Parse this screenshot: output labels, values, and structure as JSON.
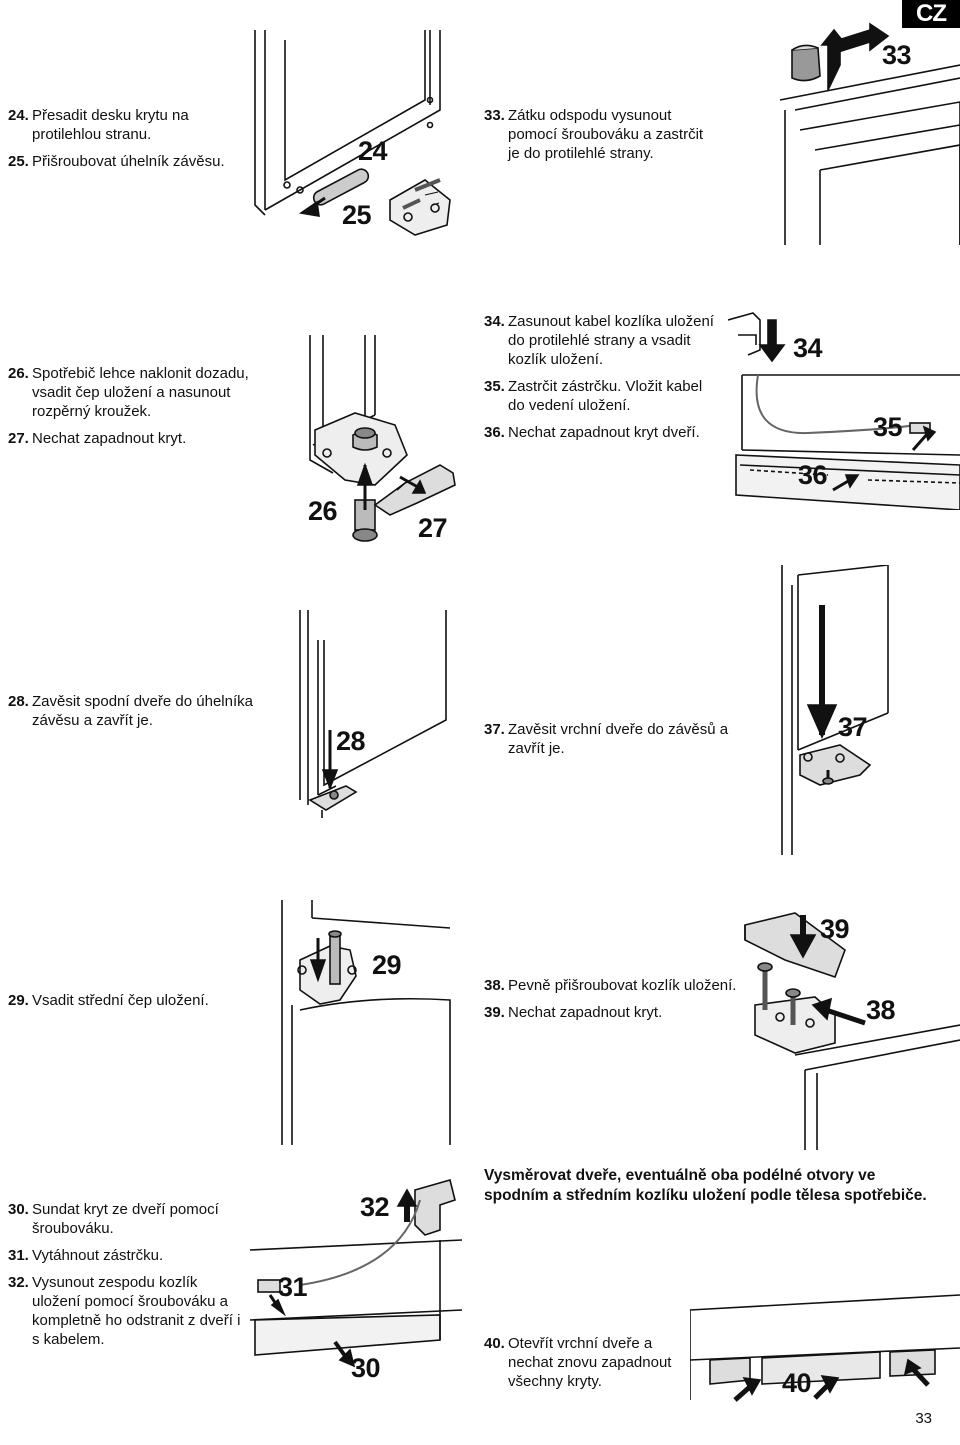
{
  "lang_tab": "CZ",
  "page_number": "33",
  "sections": {
    "s1": [
      {
        "num": "24.",
        "text": "Přesadit desku krytu na protilehlou stranu."
      },
      {
        "num": "25.",
        "text": "Přišroubovat úhelník závěsu."
      }
    ],
    "s2": [
      {
        "num": "33.",
        "text": "Zátku odspodu vysunout pomocí šroubováku a zastrčit je do protilehlé strany."
      }
    ],
    "s3": [
      {
        "num": "26.",
        "text": "Spotřebič lehce naklonit dozadu, vsadit čep uložení a nasunout rozpěrný kroužek."
      },
      {
        "num": "27.",
        "text": "Nechat zapadnout kryt."
      }
    ],
    "s4": [
      {
        "num": "34.",
        "text": "Zasunout kabel kozlíka uložení do protilehlé strany a vsadit kozlík uložení."
      },
      {
        "num": "35.",
        "text": "Zastrčit zástrčku. Vložit kabel do vedení uložení."
      },
      {
        "num": "36.",
        "text": "Nechat zapadnout kryt dveří."
      }
    ],
    "s5": [
      {
        "num": "28.",
        "text": "Zavěsit spodní dveře do úhelníka závěsu a zavřít je."
      }
    ],
    "s6": [
      {
        "num": "37.",
        "text": "Zavěsit vrchní dveře do závěsů a zavřít je."
      }
    ],
    "s7": [
      {
        "num": "29.",
        "text": "Vsadit střední čep uložení."
      }
    ],
    "s8": [
      {
        "num": "38.",
        "text": "Pevně přišroubovat kozlík uložení."
      },
      {
        "num": "39.",
        "text": "Nechat zapadnout kryt."
      }
    ],
    "s9": [
      {
        "num": "30.",
        "text": "Sundat kryt ze dveří pomocí šroubováku."
      },
      {
        "num": "31.",
        "text": "Vytáhnout zástrčku."
      },
      {
        "num": "32.",
        "text": "Vysunout zespodu kozlík uložení pomocí šroubováku a kompletně ho odstranit z dveří i s kabelem."
      }
    ],
    "s10": [
      {
        "num": "40.",
        "text": "Otevřít vrchní dveře a nechat znovu zapadnout všechny kryty."
      }
    ]
  },
  "note": "Vysměrovat dveře, eventuálně oba podélné otvory ve spodním a středním kozlíku uložení podle tělesa spotřebiče.",
  "callouts": {
    "c24": "24",
    "c25": "25",
    "c33": "33",
    "c26": "26",
    "c27": "27",
    "c34": "34",
    "c35": "35",
    "c36": "36",
    "c28": "28",
    "c37": "37",
    "c29": "29",
    "c38": "38",
    "c39": "39",
    "c30": "30",
    "c31": "31",
    "c32": "32",
    "c40": "40"
  }
}
